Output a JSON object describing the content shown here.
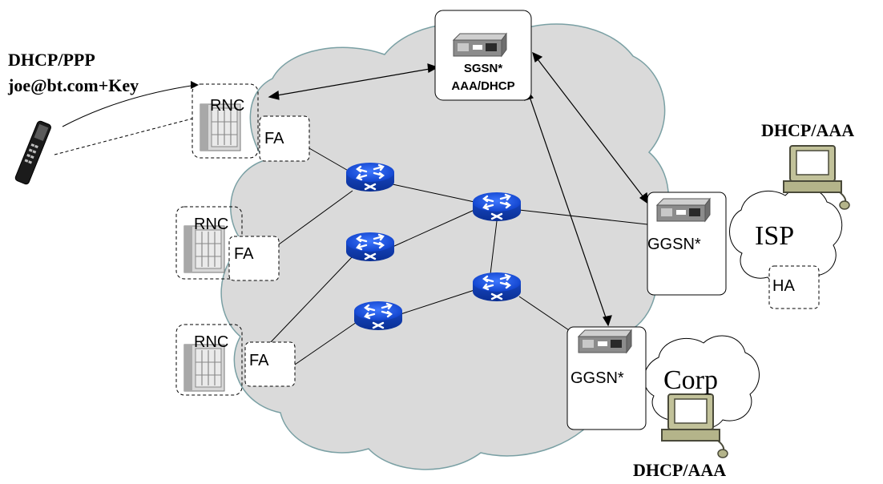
{
  "top_left": {
    "line1": "DHCP/PPP",
    "line2": "joe@bt.com+Key"
  },
  "sgsn": {
    "line1": "SGSN*",
    "line2": "AAA/DHCP"
  },
  "rnc_label": "RNC",
  "fa_label": "FA",
  "ggsn_label": "GGSN*",
  "isp_label": "ISP",
  "ha_label": "HA",
  "corp_label": "Corp",
  "dhcp_aaa_top": "DHCP/AAA",
  "dhcp_aaa_bottom": "DHCP/AAA",
  "colors": {
    "cloud": "#dadada",
    "cloud_stroke": "#7aa0a4",
    "router": "#1a4fd8",
    "terminal": "#b4b48a"
  }
}
